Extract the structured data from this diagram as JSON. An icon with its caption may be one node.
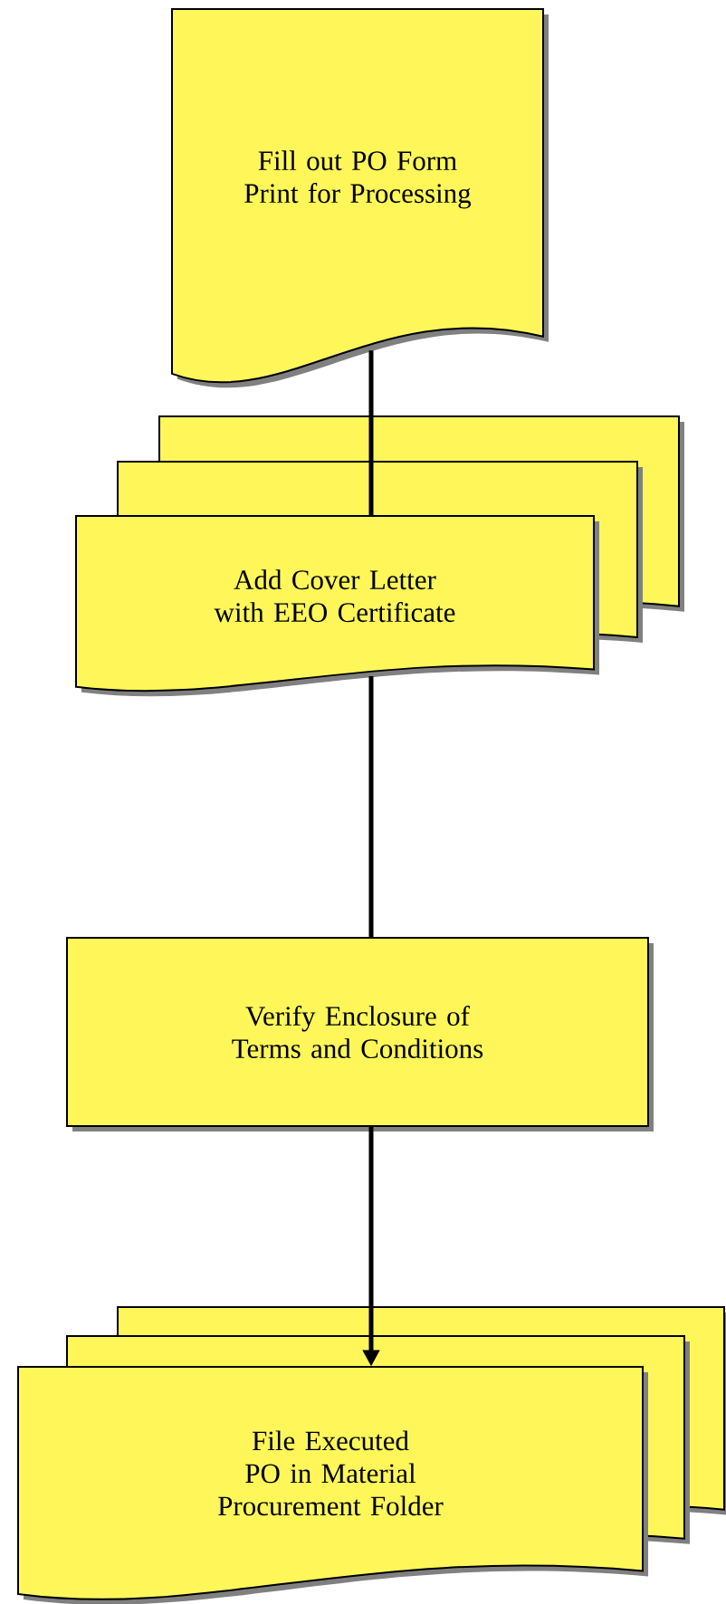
{
  "diagram": {
    "nodes": [
      {
        "text": [
          "Fill out PO Form Print for Processing"
        ]
      },
      {
        "text": [
          "Add Cover Letter with EEO Certificate"
        ]
      },
      {
        "text": [
          "Verify Enclosure of Terms and Conditions"
        ]
      },
      {
        "text": [
          "File Executed PO in Material Procurement Folder"
        ]
      }
    ],
    "edges": [
      {
        "from": 0,
        "to": 1,
        "arrow": "none"
      },
      {
        "from": 1,
        "to": 2,
        "arrow": "none"
      },
      {
        "from": 2,
        "to": 3,
        "arrow": "to"
      }
    ]
  }
}
